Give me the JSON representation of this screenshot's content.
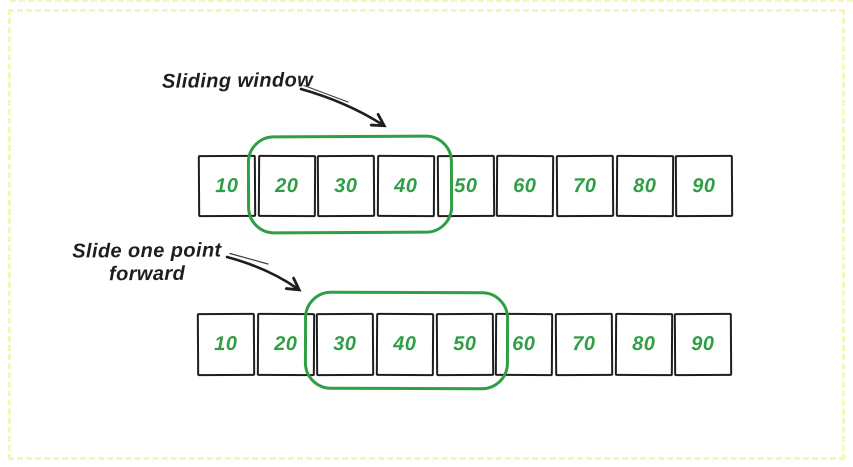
{
  "top_diagram": {
    "label": "Sliding window",
    "cells": [
      "10",
      "20",
      "30",
      "40",
      "50",
      "60",
      "70",
      "80",
      "90"
    ],
    "window_cells": [
      "20",
      "30",
      "40"
    ]
  },
  "bottom_diagram": {
    "label_line1": "Slide one point",
    "label_line2": "forward",
    "cells": [
      "10",
      "20",
      "30",
      "40",
      "50",
      "60",
      "70",
      "80",
      "90"
    ],
    "window_cells": [
      "30",
      "40",
      "50"
    ]
  },
  "colors": {
    "green": "#2f9e44",
    "ink": "#1e1e1e",
    "dashed_border": "#f5f5bc",
    "background": "#ffffff"
  }
}
